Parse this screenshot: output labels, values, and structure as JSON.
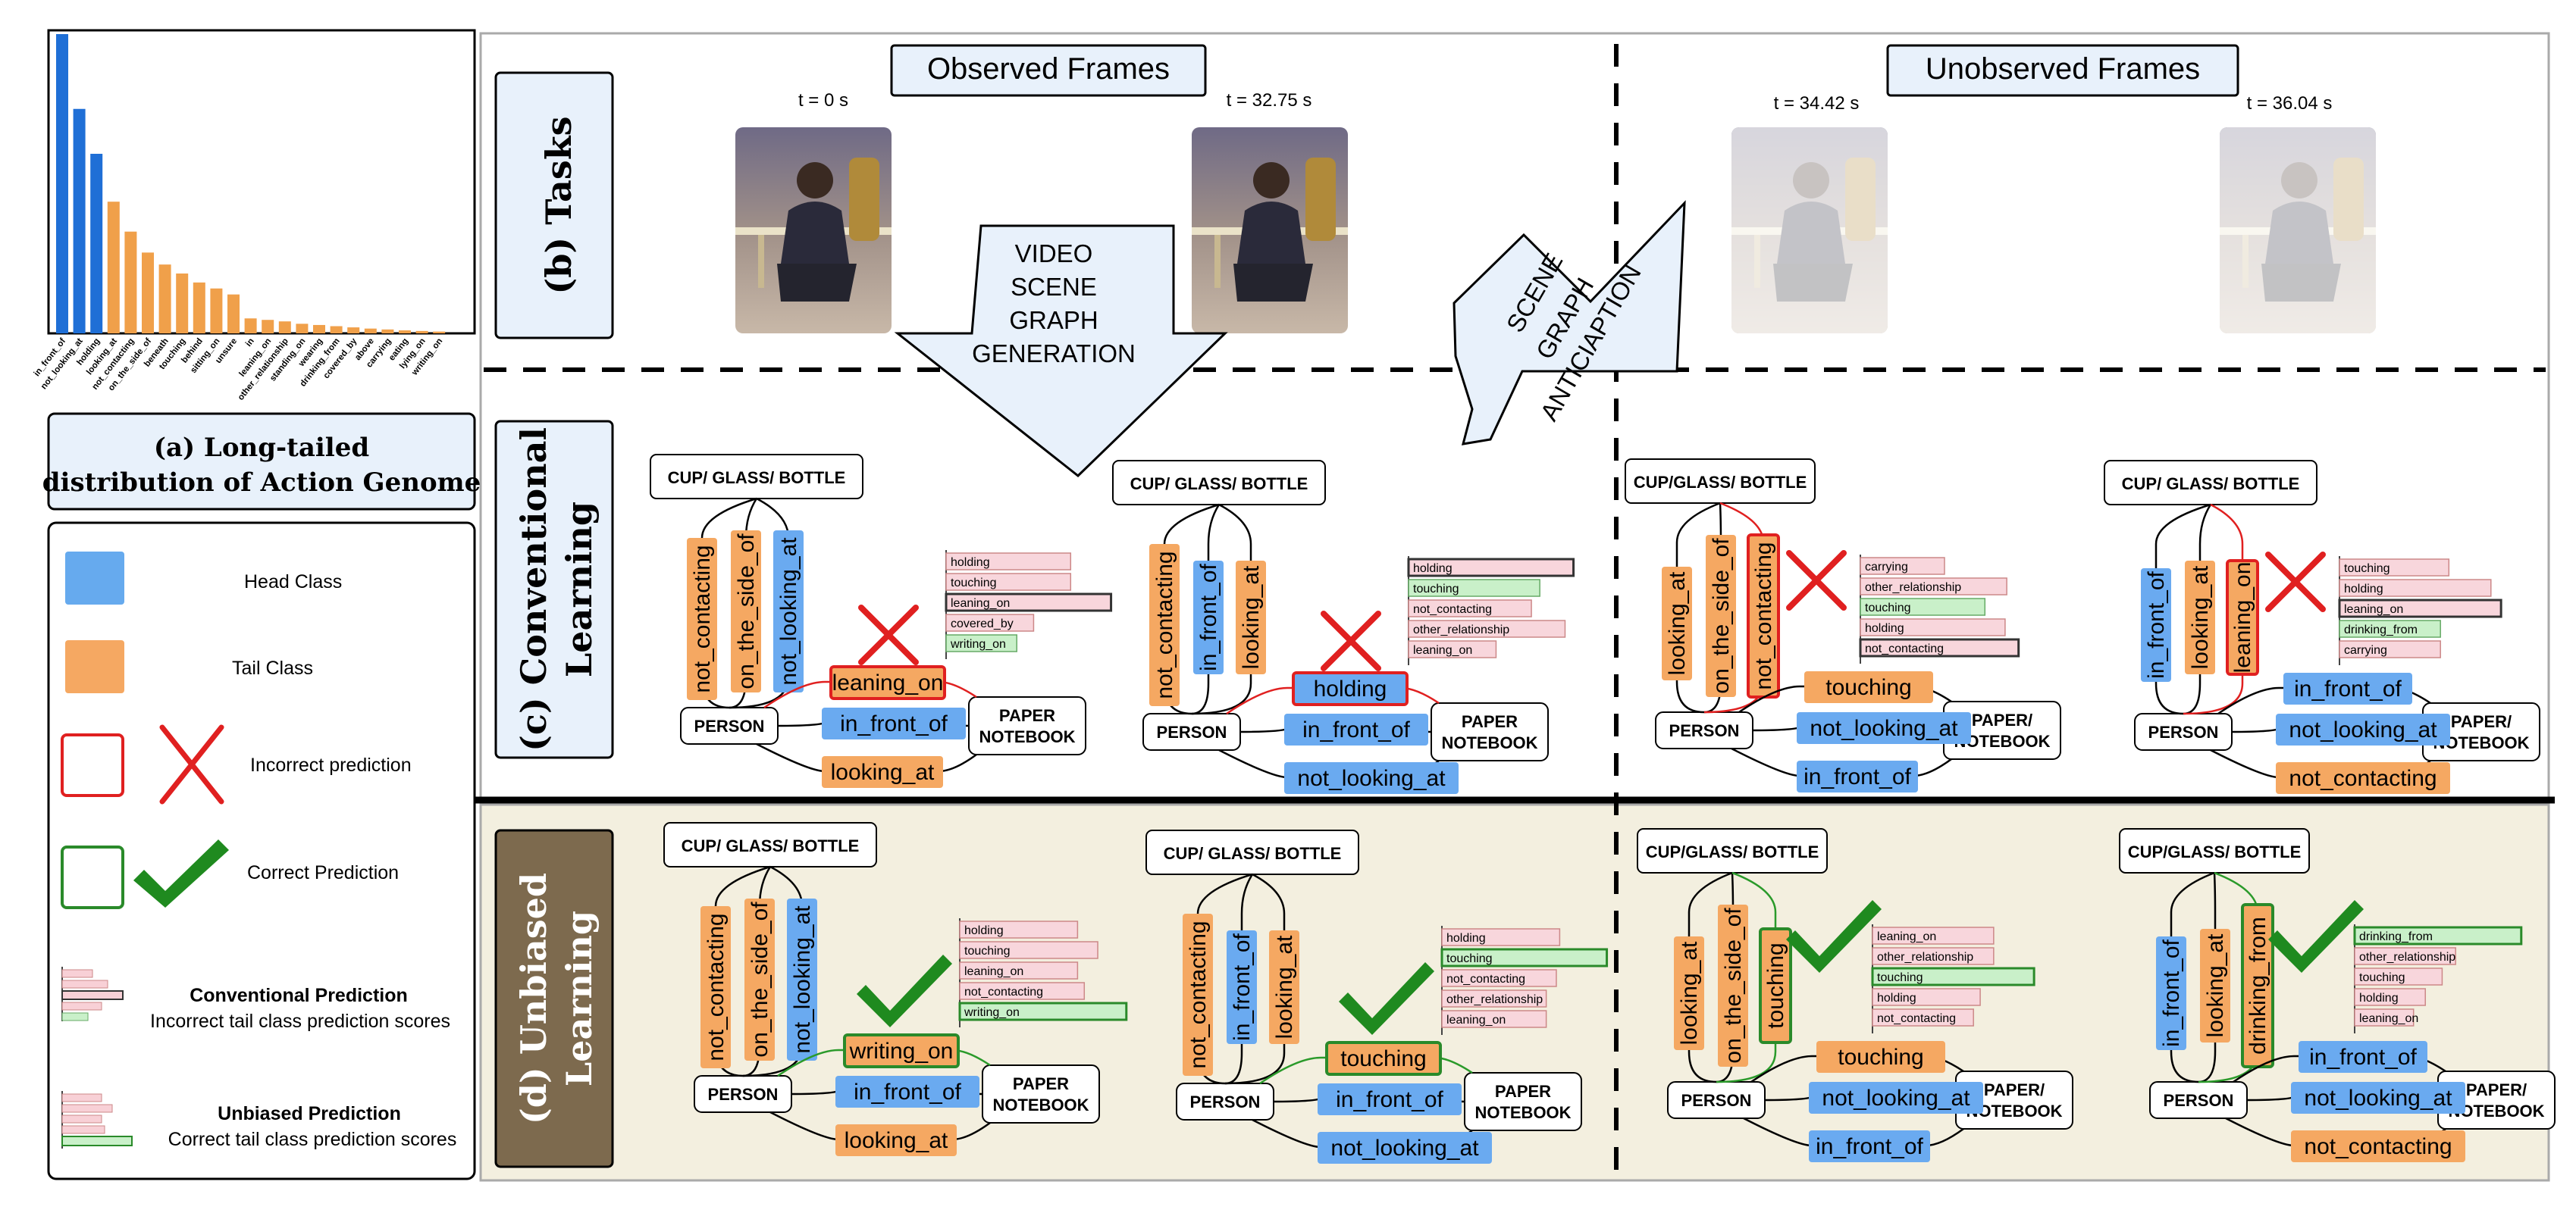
{
  "chart": {
    "categories": [
      "in_front_of",
      "not_looking_at",
      "holding",
      "looking_at",
      "not_contacting",
      "on_the_side_of",
      "beneath",
      "touching",
      "behind",
      "sitting_on",
      "unsure",
      "in",
      "leaning_on",
      "other_relationship",
      "standing_on",
      "wearing",
      "drinking_from",
      "covered_by",
      "above",
      "carrying",
      "eating",
      "lying_on",
      "writing_on"
    ],
    "values": [
      100,
      75,
      60,
      44,
      34,
      27,
      23,
      20,
      17,
      15,
      13,
      5,
      4.5,
      4,
      3.2,
      2.8,
      2.4,
      2,
      1.6,
      1.3,
      1,
      0.8,
      0.6
    ],
    "head_count": 3,
    "head_color": "#1f6fd6",
    "tail_color": "#f0a04a"
  },
  "panel_a": {
    "line1": "(a) Long-tailed",
    "line2": "distribution of Action Genome"
  },
  "legend": {
    "head": "Head Class",
    "tail": "Tail Class",
    "incorrect": "Incorrect prediction",
    "correct": "Correct Prediction",
    "conv_title": "Conventional Prediction",
    "conv_sub": "Incorrect tail class prediction scores",
    "unb_title": "Unbiased Prediction",
    "unb_sub": "Correct tail class prediction scores"
  },
  "panels": {
    "b": "(b) Tasks",
    "c1": "(c) Conventional",
    "c2": "Learning",
    "d1": "(d) Unbiased",
    "d2": "Learning"
  },
  "headers": {
    "observed": "Observed Frames",
    "unobserved": "Unobserved Frames"
  },
  "times": [
    "t = 0 s",
    "t = 32.75 s",
    "t = 34.42 s",
    "t = 36.04 s"
  ],
  "arrows": {
    "vsgg": [
      "VIDEO",
      "SCENE",
      "GRAPH",
      "GENERATION"
    ],
    "sga": [
      "SCENE",
      "GRAPH",
      "ANTICIAPTION"
    ]
  },
  "nodes": {
    "person": "PERSON",
    "cup1": "CUP/ GLASS/ BOTTLE",
    "cup2": "CUP/GLASS/  BOTTLE",
    "paper1": [
      "PAPER",
      "NOTEBOOK"
    ],
    "paper2": [
      "PAPER/",
      "NOTEBOOK"
    ]
  },
  "graphs": [
    {
      "vert": [
        "not_contacting",
        "on_the_side_of",
        "not_looking_at"
      ],
      "mid": "leaning_on",
      "h1": "in_front_of",
      "h2": "looking_at",
      "bars": [
        [
          "holding",
          0.74,
          "pink"
        ],
        [
          "touching",
          0.74,
          "pink"
        ],
        [
          "leaning_on",
          0.98,
          "pink"
        ],
        [
          "covered_by",
          0.52,
          "pink"
        ],
        [
          "writing_on",
          0.42,
          "green"
        ]
      ]
    },
    {
      "vert": [
        "not_contacting",
        "in_front_of",
        "looking_at"
      ],
      "mid": "holding",
      "h1": "in_front_of",
      "h2": "not_looking_at",
      "bars": [
        [
          "holding",
          0.98,
          "pink"
        ],
        [
          "touching",
          0.78,
          "green"
        ],
        [
          "not_contacting",
          0.73,
          "pink"
        ],
        [
          "other_relationship",
          0.93,
          "pink"
        ],
        [
          "leaning_on",
          0.52,
          "pink"
        ]
      ]
    },
    {
      "vert": [
        "looking_at",
        "on_the_side_of",
        "not_contacting"
      ],
      "mid": "touching",
      "h1": "not_looking_at",
      "h2": "in_front_of",
      "bars": [
        [
          "carrying",
          0.5,
          "pink"
        ],
        [
          "other_relationship",
          0.87,
          "pink"
        ],
        [
          "touching",
          0.74,
          "green"
        ],
        [
          "holding",
          0.86,
          "pink"
        ],
        [
          "not_contacting",
          0.94,
          "pink"
        ]
      ]
    },
    {
      "vert": [
        "in_front_of",
        "looking_at",
        "leaning_on"
      ],
      "mid": "in_front_of",
      "h1": "not_looking_at",
      "h2": "not_contacting",
      "bars": [
        [
          "touching",
          0.65,
          "pink"
        ],
        [
          "holding",
          0.9,
          "pink"
        ],
        [
          "leaning_on",
          0.96,
          "pink"
        ],
        [
          "drinking_from",
          0.6,
          "green"
        ],
        [
          "carrying",
          0.6,
          "pink"
        ]
      ]
    },
    {
      "vert": [
        "not_contacting",
        "on_the_side_of",
        "not_looking_at"
      ],
      "mid": "writing_on",
      "h1": "in_front_of",
      "h2": "looking_at",
      "bars": [
        [
          "holding",
          0.7,
          "pink"
        ],
        [
          "touching",
          0.82,
          "pink"
        ],
        [
          "leaning_on",
          0.7,
          "pink"
        ],
        [
          "not_contacting",
          0.74,
          "pink"
        ],
        [
          "writing_on",
          0.99,
          "green"
        ]
      ]
    },
    {
      "vert": [
        "not_contacting",
        "in_front_of",
        "looking_at"
      ],
      "mid": "touching",
      "h1": "in_front_of",
      "h2": "not_looking_at",
      "bars": [
        [
          "holding",
          0.7,
          "pink"
        ],
        [
          "touching",
          0.98,
          "green"
        ],
        [
          "not_contacting",
          0.68,
          "pink"
        ],
        [
          "other_relationship",
          0.62,
          "pink"
        ],
        [
          "leaning_on",
          0.62,
          "pink"
        ]
      ]
    },
    {
      "vert": [
        "looking_at",
        "on_the_side_of",
        "touching"
      ],
      "mid": "touching",
      "h1": "not_looking_at",
      "h2": "in_front_of",
      "bars": [
        [
          "leaning_on",
          0.72,
          "pink"
        ],
        [
          "other_relationship",
          0.72,
          "pink"
        ],
        [
          "touching",
          0.96,
          "green"
        ],
        [
          "holding",
          0.64,
          "pink"
        ],
        [
          "not_contacting",
          0.6,
          "pink"
        ]
      ]
    },
    {
      "vert": [
        "in_front_of",
        "looking_at",
        "drinking_from"
      ],
      "mid": "in_front_of",
      "h1": "not_looking_at",
      "h2": "not_contacting",
      "bars": [
        [
          "drinking_from",
          0.99,
          "green"
        ],
        [
          "other_relationship",
          0.6,
          "pink"
        ],
        [
          "touching",
          0.52,
          "pink"
        ],
        [
          "holding",
          0.42,
          "pink"
        ],
        [
          "leaning_on",
          0.35,
          "pink"
        ]
      ]
    }
  ]
}
